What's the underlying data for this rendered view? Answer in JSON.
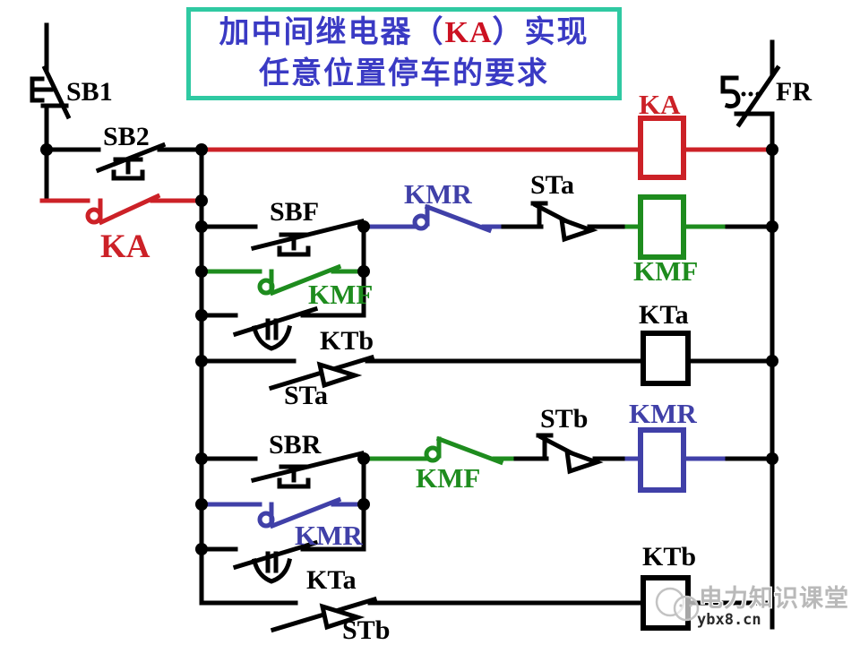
{
  "title": {
    "line1_prefix": "加中间继电器（",
    "ka": "KA",
    "line1_suffix": "）实现",
    "line2": "任意位置停车的要求"
  },
  "components": {
    "sb1": "SB1",
    "sb2": "SB2",
    "ka_contact": "KA",
    "ka_coil": "KA",
    "fr": "FR",
    "sbf": "SBF",
    "kmr_nc": "KMR",
    "sta_forward": "STa",
    "kmf_coil": "KMF",
    "kmf_no": "KMF",
    "ktb_contact": "KTb",
    "sta_row": "STa",
    "kta_coil": "KTa",
    "sbr": "SBR",
    "kmf_nc": "KMF",
    "stb_forward": "STb",
    "kmr_coil": "KMR",
    "kmr_no": "KMR",
    "kta_contact": "KTa",
    "stb_row": "STb",
    "ktb_coil": "KTb"
  },
  "watermark": {
    "brand": "电力知识课堂",
    "url": "ybx8.cn"
  },
  "colors": {
    "wire": "#000000",
    "relay_red": "#cc2127",
    "forward_green": "#1e8c1e",
    "reverse_blue": "#4040a8",
    "title_blue": "#3a3ac4",
    "title_red": "#cc1122",
    "title_border_teal": "#2fc9a2"
  }
}
